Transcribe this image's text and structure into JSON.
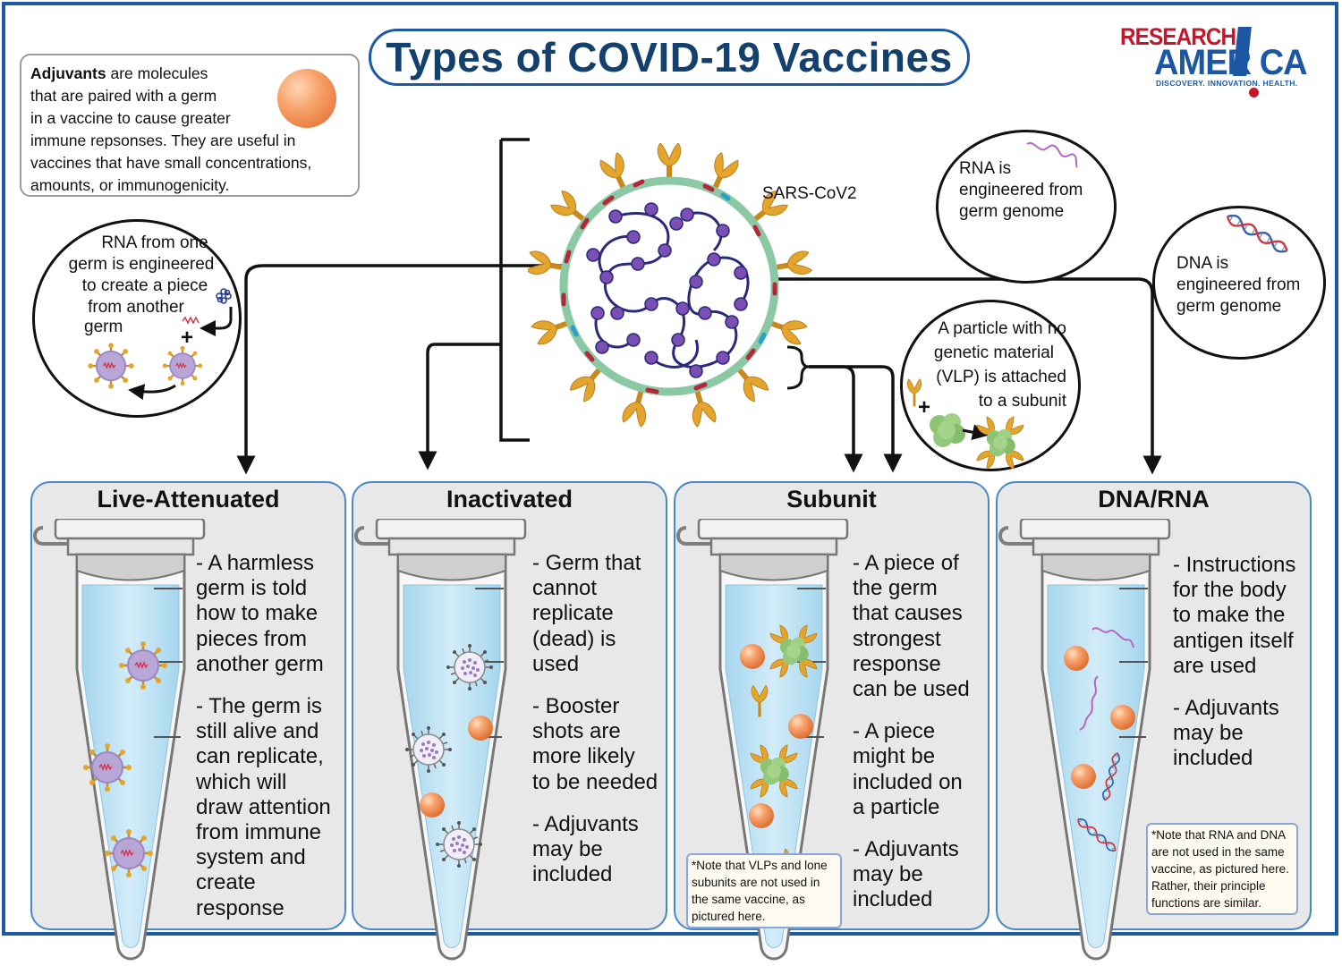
{
  "title": "Types of COVID-19 Vaccines",
  "logo": {
    "line1": "RESEARCH",
    "line2": "AMER CA",
    "tagline": "DISCOVERY. INNOVATION. HEALTH."
  },
  "adjuvant_box": {
    "bold": "Adjuvants",
    "lines": [
      " are molecules",
      "that are paired with a germ",
      "in a vaccine to cause greater",
      "immune repsonses. They are useful in",
      "vaccines that have small concentrations,",
      "amounts, or immunogenicity."
    ]
  },
  "virus_label": "SARS-CoV2",
  "circles": {
    "live_rna": [
      "RNA from one",
      "germ is engineered",
      "to create a piece",
      "from another",
      "germ"
    ],
    "rna": [
      "RNA is",
      "engineered from",
      "germ genome"
    ],
    "dna": [
      "DNA is",
      "engineered from",
      "germ genome"
    ],
    "vlp": [
      "A particle with no",
      "genetic material",
      "(VLP) is attached",
      "to a subunit"
    ]
  },
  "panels": [
    {
      "title": "Live-Attenuated",
      "paragraphs": [
        [
          "- A harmless",
          "germ is told",
          "how to make",
          "pieces from",
          "another germ"
        ],
        [
          "- The germ is",
          "still alive and",
          "can replicate,",
          "which will",
          "draw attention",
          "from immune",
          "system and",
          "create",
          "response"
        ]
      ]
    },
    {
      "title": "Inactivated",
      "paragraphs": [
        [
          "- Germ that",
          "cannot",
          "replicate",
          "(dead) is",
          "used"
        ],
        [
          "- Booster",
          "shots are",
          "more likely",
          "to be needed"
        ],
        [
          "- Adjuvants",
          "may be",
          "included"
        ]
      ]
    },
    {
      "title": "Subunit",
      "paragraphs": [
        [
          "- A piece of",
          "the germ",
          "that causes",
          "strongest",
          "response",
          "can be used"
        ],
        [
          "- A piece",
          "might be",
          "included on",
          "a particle"
        ],
        [
          "- Adjuvants",
          "may be",
          "included"
        ]
      ],
      "note": [
        "*Note that VLPs and lone",
        "subunits are not used in",
        "the same vaccine, as",
        "pictured here."
      ]
    },
    {
      "title": "DNA/RNA",
      "paragraphs": [
        [
          " - Instructions",
          "for the body",
          "to make the",
          "antigen itself",
          "are used"
        ],
        [
          "- Adjuvants",
          "may be",
          "included"
        ]
      ],
      "note": [
        "*Note that RNA and DNA",
        "are not used in the same",
        "vaccine, as pictured here.",
        "Rather, their principle",
        "functions are similar."
      ]
    }
  ],
  "colors": {
    "frame": "#1d5aa6",
    "title_text": "#14406e",
    "logo_red": "#c3172c",
    "logo_blue": "#1c57a3",
    "panel_bg": "#e8e8e8",
    "liquid": "#b9dff2",
    "adjuvant": "#f39a5c",
    "spike": "#e2a12b",
    "membrane": "#8bc8a4"
  }
}
